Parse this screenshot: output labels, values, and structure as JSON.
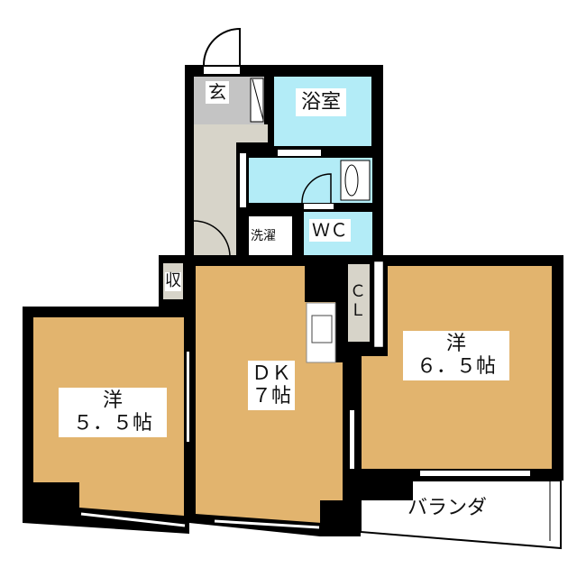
{
  "colors": {
    "wall": "#000000",
    "room": "#e2b46e",
    "wet": "#b3ecf7",
    "entry": "#c4c4c4",
    "corridor": "#d7d4c9",
    "storage": "#d7d4c9",
    "outside": "#ffffff"
  },
  "rooms": {
    "genkan": {
      "label": "玄"
    },
    "bathroom": {
      "label": "浴室"
    },
    "laundry": {
      "label": "洗濯"
    },
    "wc": {
      "label": "ＷＣ"
    },
    "storage": {
      "label": "収"
    },
    "closet": {
      "line1": "Ｃ",
      "line2": "Ｌ"
    },
    "western_left": {
      "line1": "洋",
      "line2": "５．５帖"
    },
    "dk": {
      "line1": "ＤＫ",
      "line2": "７帖"
    },
    "western_right": {
      "line1": "洋",
      "line2": "６．５帖"
    },
    "balcony": {
      "label": "バランダ"
    }
  }
}
